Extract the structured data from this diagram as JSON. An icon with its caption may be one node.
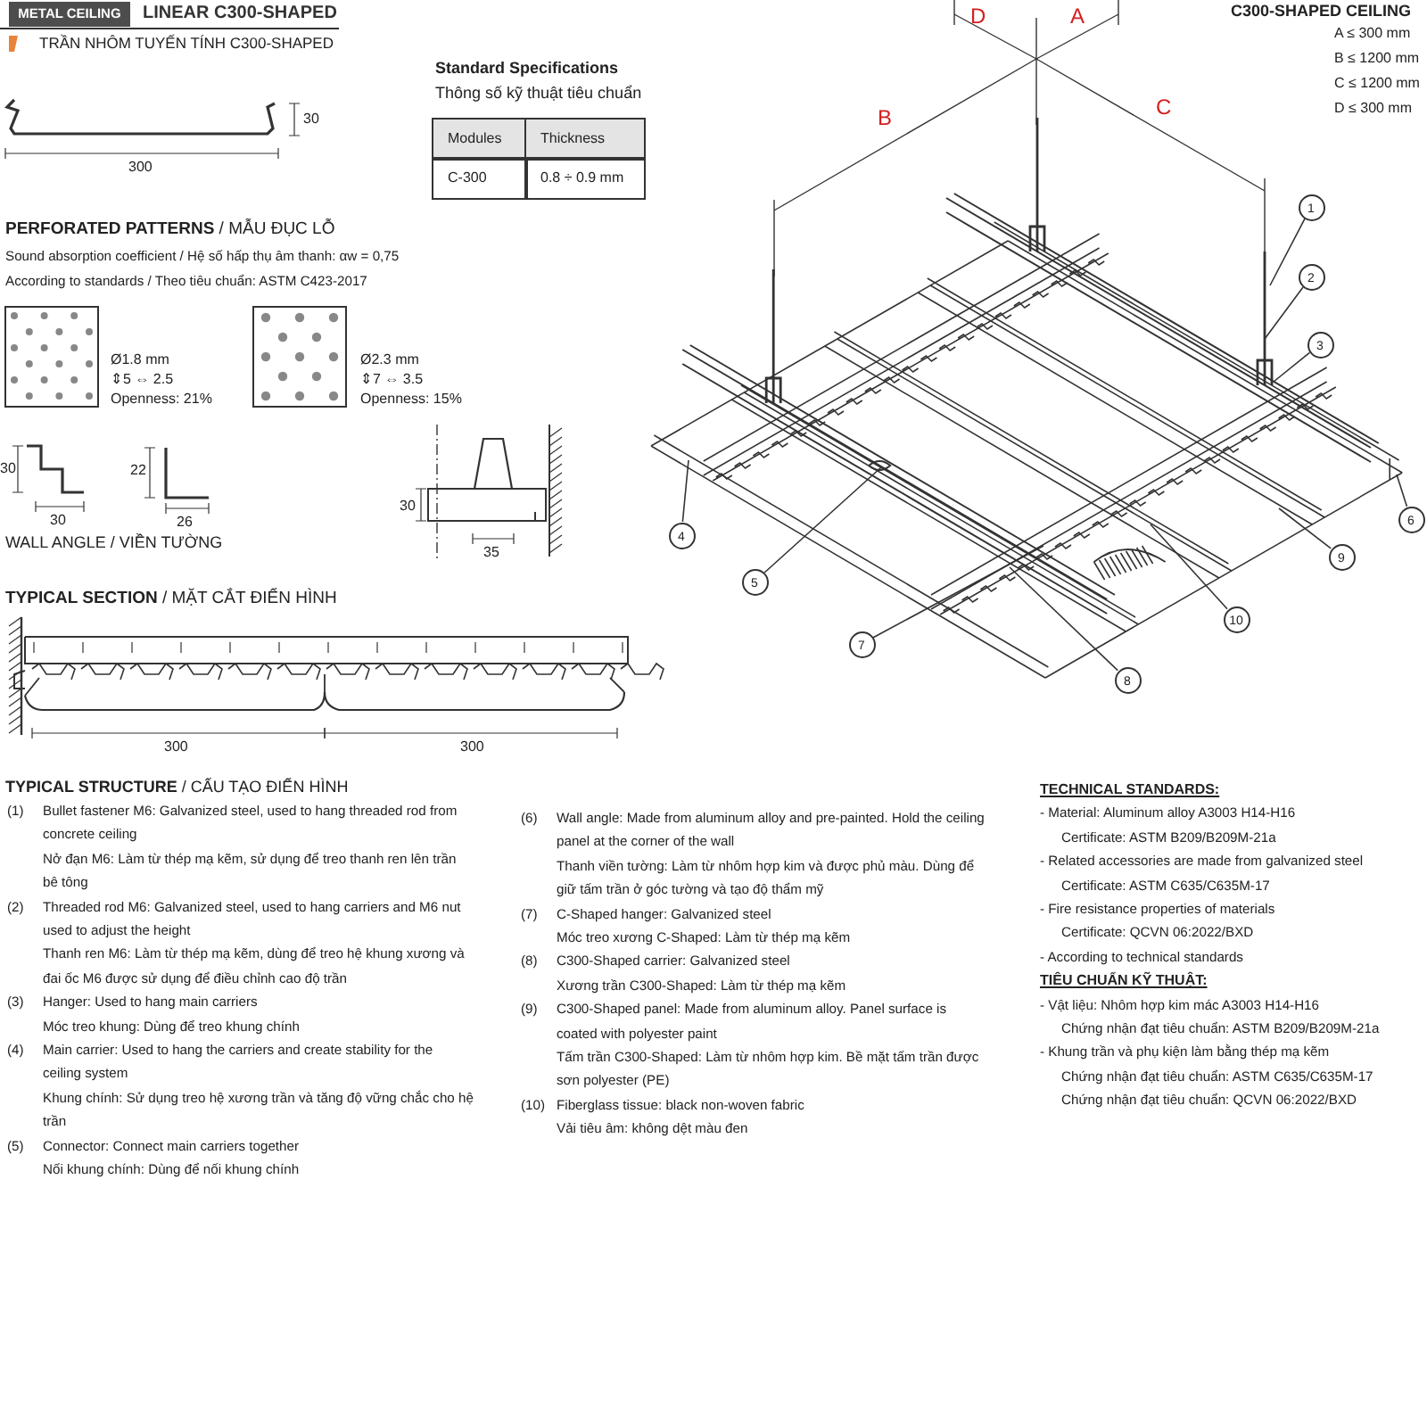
{
  "diagram": {
    "title": "LINEAR C300-SHAPED",
    "nodes": [
      {
        "text": [
          "METAL CEILING"
        ]
      },
      {
        "text": [
          "1"
        ]
      },
      {
        "text": [
          "2"
        ]
      },
      {
        "text": [
          "3"
        ]
      },
      {
        "text": [
          "4"
        ]
      },
      {
        "text": [
          "5"
        ]
      },
      {
        "text": [
          "6"
        ]
      },
      {
        "text": [
          "7"
        ]
      },
      {
        "text": [
          "8"
        ]
      },
      {
        "text": [
          "9"
        ]
      },
      {
        "text": [
          "10"
        ]
      }
    ],
    "edges": [
      {
        "from": 1,
        "to": null,
        "arrow": "none"
      },
      {
        "from": 2,
        "to": null,
        "arrow": "none"
      },
      {
        "from": 3,
        "to": null,
        "arrow": "none"
      },
      {
        "from": 4,
        "to": null,
        "arrow": "none"
      },
      {
        "from": 5,
        "to": null,
        "arrow": "none"
      },
      {
        "from": 6,
        "to": null,
        "arrow": "none"
      },
      {
        "from": 7,
        "to": null,
        "arrow": "none"
      },
      {
        "from": 8,
        "to": null,
        "arrow": "none"
      },
      {
        "from": 9,
        "to": null,
        "arrow": "none"
      },
      {
        "from": 10,
        "to": null,
        "arrow": "none"
      }
    ],
    "labels": [
      "TRẦN NHÔM TUYẾN TÍNH C300-SHAPED",
      "30",
      "300",
      "Standard Specifications",
      "Thông số kỹ thuật tiêu chuẩn",
      "Modules",
      "Thickness",
      "C-300",
      "0.8 ÷ 0.9 mm",
      "**PERFORATED PATTERNS** / MẪU ĐỤC LỖ",
      "Sound absorption coefficient / Hệ số hấp thụ âm thanh: αw = 0,75",
      "According to standards / Theo tiêu chuẩn: ASTM C423-2017",
      "Ø1.8 mm",
      "⇕5 ⇔ 2.5",
      "Openness: 21%",
      "Ø2.3 mm",
      "⇕7 ⇔ 3.5",
      "Openness: 15%",
      "30",
      "30",
      "22",
      "26",
      "WALL ANGLE / VIỀN TƯỜNG",
      "30",
      "35",
      "**TYPICAL SECTION** / MẶT CẮT ĐIỂN HÌNH",
      "300",
      "300",
      "C300-SHAPED CEILING",
      "A ≤ 300 mm",
      "B ≤ 1200 mm",
      "C ≤ 1200 mm",
      "D ≤ 300 mm",
      "D",
      "A",
      "B",
      "C",
      "**TYPICAL STRUCTURE** / CẤU TẠO ĐIỂN HÌNH",
      "(1)",
      "Bullet fastener M6: Galvanized steel, used to hang threaded rod from concrete ceiling",
      "Nở đạn M6: Làm từ thép mạ kẽm, sử dụng để treo thanh ren lên trần bê tông",
      "(2)",
      "Threaded rod M6: Galvanized steel, used to hang carriers and M6 nut used to adjust the height",
      "Thanh ren M6: Làm từ thép mạ kẽm, dùng để treo hệ khung xương và đai ốc M6 được sử dụng để điều chỉnh cao độ trần",
      "(3)",
      "Hanger: Used to hang main carriers",
      "Móc treo khung: Dùng để treo khung chính",
      "(4)",
      "Main carrier: Used to hang the carriers and create stability for the ceiling system",
      "Khung chính: Sử dụng treo hệ xương trần và tăng độ vững chắc cho hệ trần",
      "(5)",
      "Connector: Connect main carriers together",
      "Nối khung chính: Dùng để nối khung chính",
      "(6)",
      "Wall angle: Made from aluminum alloy and pre-painted. Hold the ceiling panel at the corner of the wall",
      "Thanh viền tường: Làm từ nhôm hợp kim và được phủ màu. Dùng để giữ tấm trần ở góc tường và tạo độ thẩm mỹ",
      "(7)",
      "C-Shaped hanger: Galvanized steel",
      "Móc treo xương C-Shaped: Làm từ thép mạ kẽm",
      "(8)",
      "C300-Shaped carrier: Galvanized steel",
      "Xương trần C300-Shaped: Làm từ thép mạ kẽm",
      "(9)",
      "C300-Shaped panel: Made from aluminum alloy. Panel surface is coated with polyester paint",
      "Tấm trần C300-Shaped: Làm từ nhôm hợp kim. Bề mặt tấm trần được sơn polyester (PE)",
      "(10)",
      "Fiberglass tissue: black non-woven fabric",
      "Vải tiêu âm: không dệt màu đen",
      "TECHNICAL STANDARDS:",
      "- Material: Aluminum alloy A3003 H14-H16",
      "Certificate: ASTM B209/B209M-21a",
      "- Related accessories are made from galvanized steel",
      "Certificate: ASTM C635/C635M-17",
      "- Fire resistance properties of materials",
      "Certificate: QCVN 06:2022/BXD",
      "- According to technical standards",
      "TIÊU CHUẨN KỸ THUẬT:",
      "- Vật liệu: Nhôm hợp kim mác A3003 H14-H16",
      "Chứng nhận đạt tiêu chuẩn: ASTM B209/B209M-21a",
      "- Khung trần và phụ kiện làm bằng thép mạ kẽm",
      "Chứng nhận đạt tiêu chuẩn: ASTM C635/C635M-17",
      "Chứng nhận đạt tiêu chuẩn: QCVN 06:2022/BXD"
    ]
  }
}
